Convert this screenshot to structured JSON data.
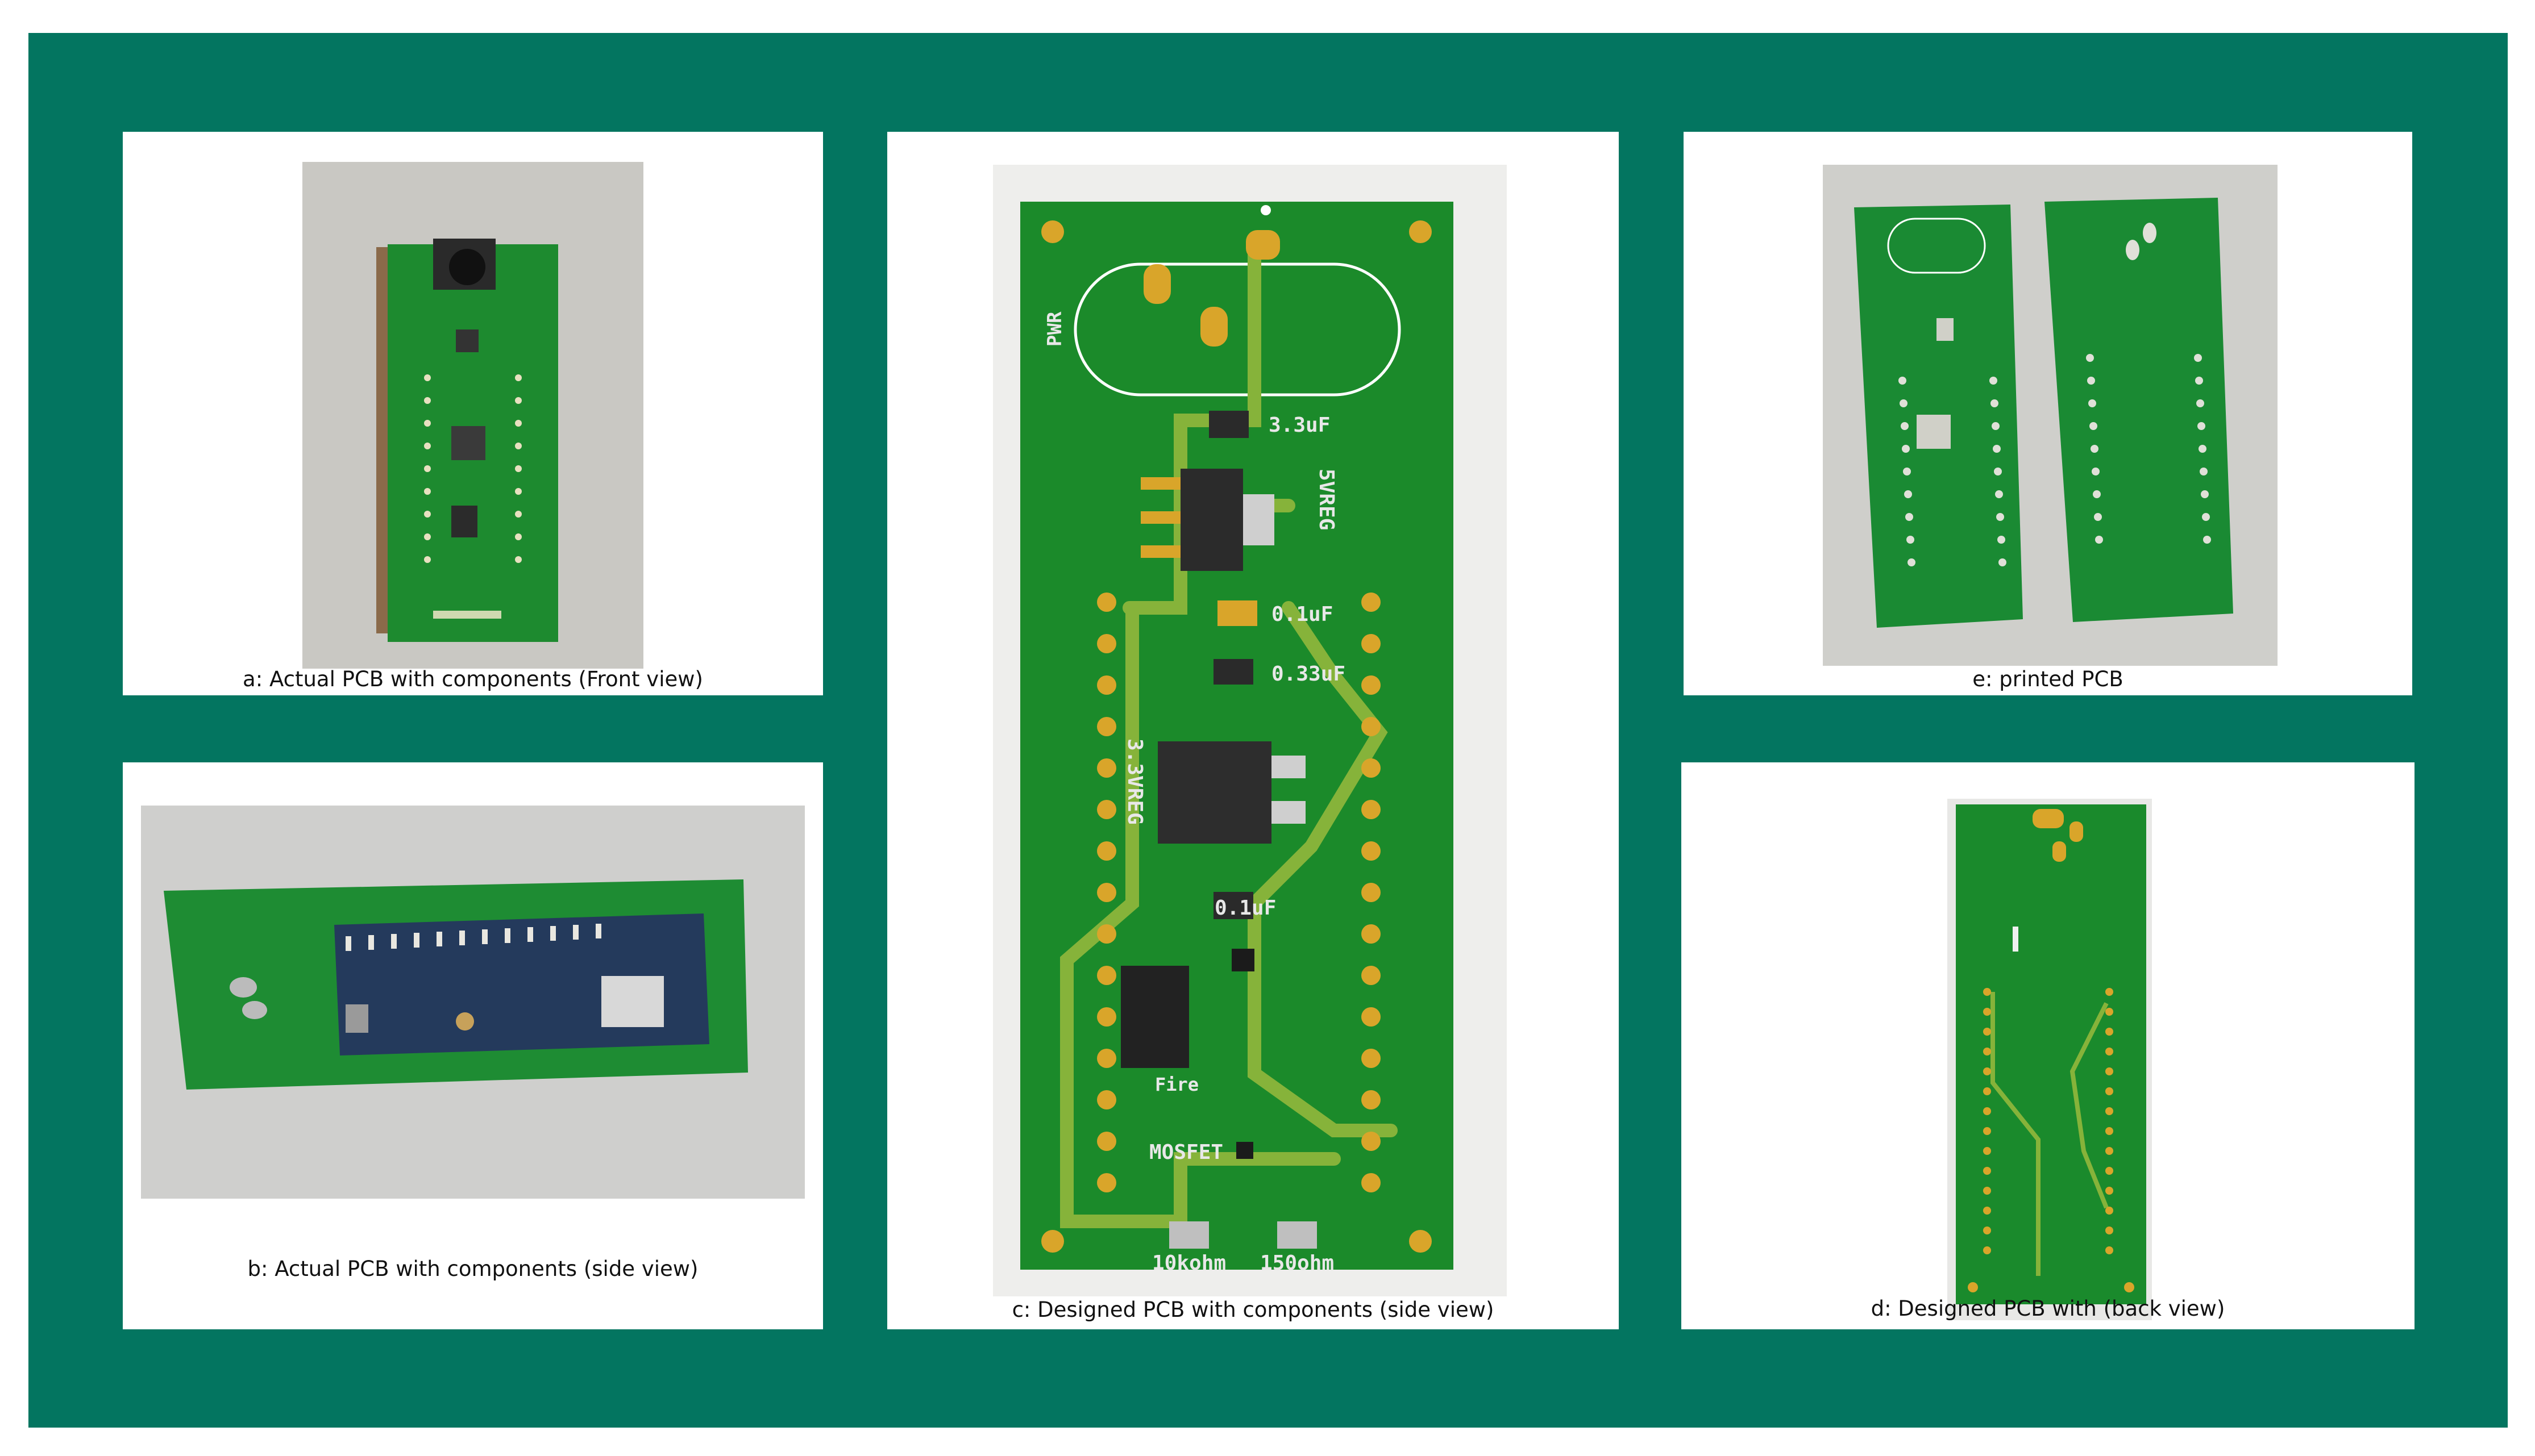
{
  "figure": {
    "panels": {
      "a": {
        "caption": "a: Actual PCB with components (Front view)"
      },
      "b": {
        "caption": "b: Actual PCB with components (side view)"
      },
      "c": {
        "caption": "c: Designed PCB with components (side view)",
        "labels": {
          "pwr": "PWR",
          "cap1": "3.3uF",
          "reg5": "5VREG",
          "cap2": "0.1uF",
          "cap3": "0.33uF",
          "reg33": "3.3VREG",
          "cap4": "0.1uF",
          "conn": "Fire",
          "mosfet": "MOSFET",
          "r1": "10kohm",
          "r2": "150ohm"
        }
      },
      "d": {
        "caption": "d: Designed PCB with (back view)"
      },
      "e": {
        "caption": "e: printed PCB"
      }
    }
  },
  "colors": {
    "frame": "#037560",
    "board": "#1f8a2e",
    "trace": "#86b33a",
    "pad": "#d9a52a"
  }
}
